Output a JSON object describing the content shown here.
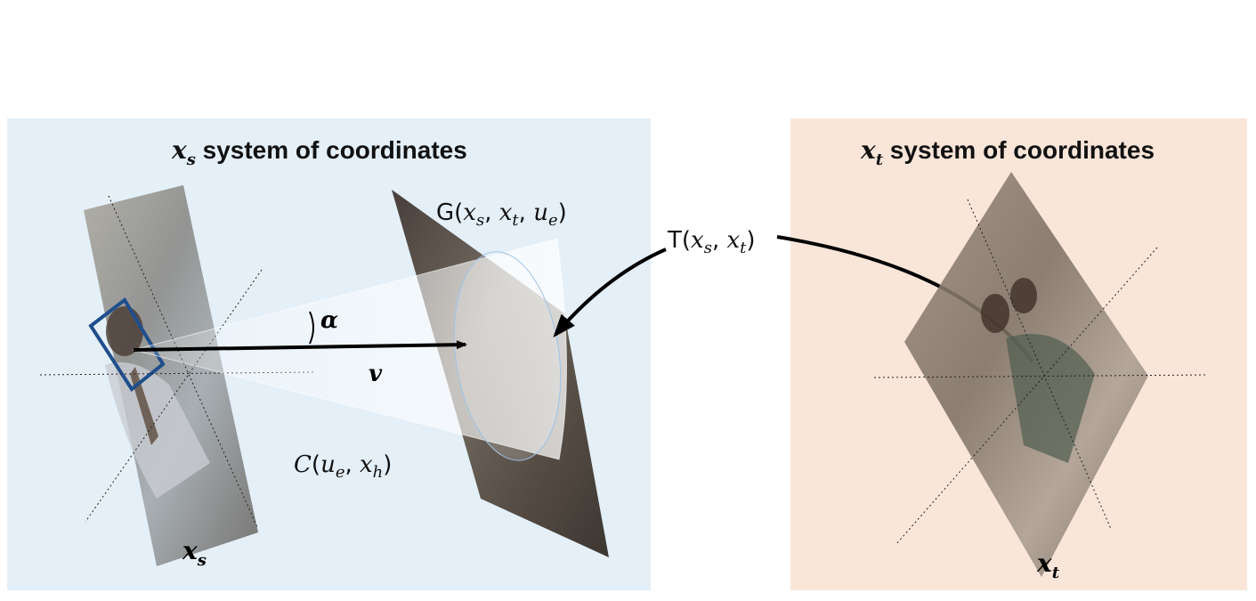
{
  "left_panel": {
    "title_var": "x",
    "title_sub": "s",
    "title_text": " system of coordinates",
    "color": "#e4eff8"
  },
  "right_panel": {
    "title_var": "x",
    "title_sub": "t",
    "title_text": " system of coordinates",
    "color": "#fae6d9"
  },
  "labels": {
    "source_frame": {
      "var": "x",
      "sub": "s"
    },
    "target_frame": {
      "var": "x",
      "sub": "t"
    },
    "alpha": "α",
    "v": "v",
    "G": {
      "fn": "G(",
      "a": "x",
      "a_sub": "s",
      "b": "x",
      "b_sub": "t",
      "c": "u",
      "c_sub": "e",
      "close": ")"
    },
    "T": {
      "fn": "T(",
      "a": "x",
      "a_sub": "s",
      "b": "x",
      "b_sub": "t",
      "close": ")"
    },
    "C": {
      "fn": "C",
      "open": "(",
      "a": "u",
      "a_sub": "e",
      "b": "x",
      "b_sub": "h",
      "close": ")"
    },
    "comma": ", "
  },
  "colors": {
    "face_box": "#1f4e8c",
    "arrow": "#000000",
    "cone": "#ffffff"
  },
  "icons": {
    "source_frame": "video-frame-image",
    "gaze_target_frame": "video-frame-image",
    "target_frame": "video-frame-image"
  }
}
